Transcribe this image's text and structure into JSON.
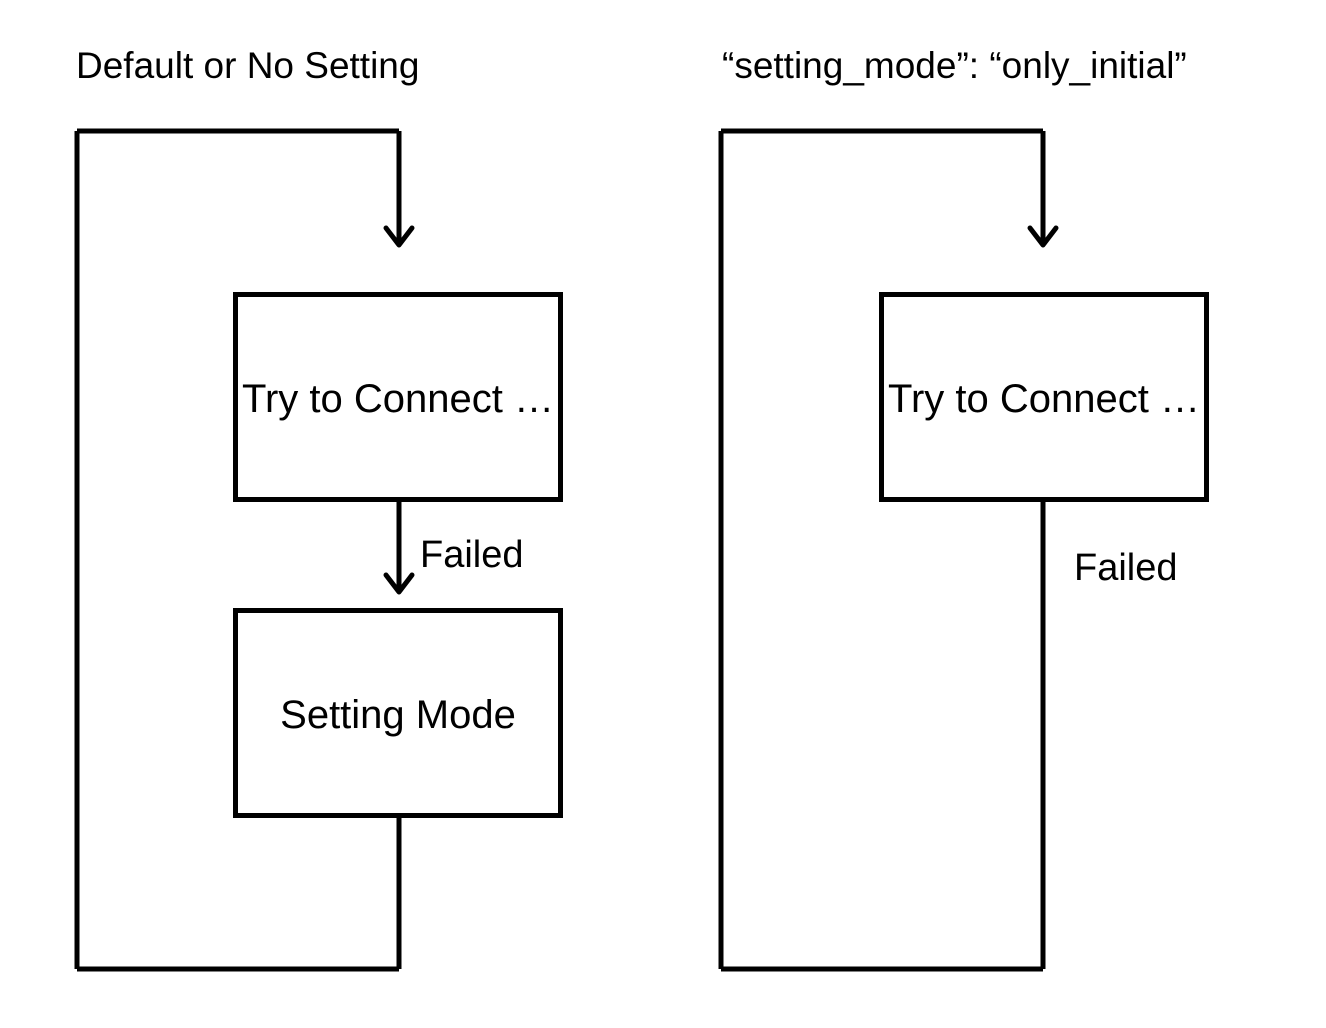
{
  "diagram": {
    "type": "flowchart",
    "title": "",
    "background_color": "#ffffff",
    "stroke_color": "#000000",
    "panels": [
      {
        "id": "default-panel",
        "title": "Default or No Setting",
        "nodes": [
          {
            "id": "try-connect-left",
            "label": "Try to Connect …",
            "shape": "rectangle"
          },
          {
            "id": "setting-mode",
            "label": "Setting Mode",
            "shape": "rectangle"
          }
        ],
        "edges": [
          {
            "id": "loop-back-left",
            "from": "setting-mode",
            "to": "try-connect-left",
            "label": "",
            "arrow": true
          },
          {
            "id": "failed-left",
            "from": "try-connect-left",
            "to": "setting-mode",
            "label": "Failed",
            "arrow": true
          }
        ]
      },
      {
        "id": "only-initial-panel",
        "title": "“setting_mode”: “only_initial”",
        "nodes": [
          {
            "id": "try-connect-right",
            "label": "Try to Connect …",
            "shape": "rectangle"
          }
        ],
        "edges": [
          {
            "id": "failed-loop-right",
            "from": "try-connect-right",
            "to": "try-connect-right",
            "label": "Failed",
            "arrow": true
          }
        ]
      }
    ]
  }
}
